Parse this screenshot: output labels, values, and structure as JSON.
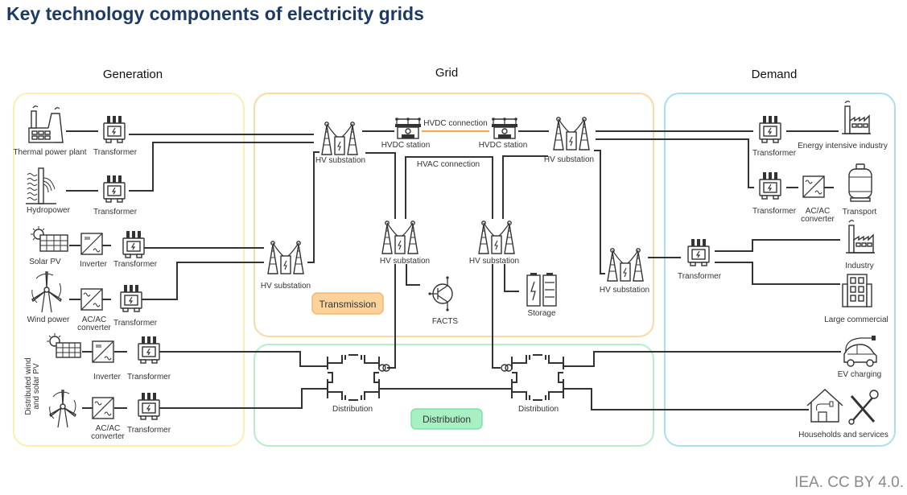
{
  "title": "Key technology components of electricity grids",
  "credit": "IEA. CC BY 4.0.",
  "colors": {
    "title": "#1c3a64",
    "generation_border": "#fbeeb0",
    "grid_border": "#fad9a4",
    "distribution_border": "#b4efc8",
    "demand_border": "#a9e0f0",
    "transmission_badge_fill": "#fbd29a",
    "transmission_badge_border": "#f5b870",
    "distribution_badge_fill": "#a9efc4",
    "distribution_badge_border": "#7fe0a6",
    "hvdc_line": "#f5a94a"
  },
  "sections": {
    "generation": "Generation",
    "grid": "Grid",
    "demand": "Demand"
  },
  "badges": {
    "transmission": "Transmission",
    "distribution": "Distribution"
  },
  "generation": {
    "thermal": "Thermal power plant",
    "hydro": "Hydropower",
    "solar": "Solar PV",
    "wind": "Wind power",
    "distributed_group": "Distributed wind and solar PV",
    "distributed_group_line1": "Distributed wind",
    "distributed_group_line2": "and solar PV",
    "transformer": "Transformer",
    "inverter": "Inverter",
    "acac_line1": "AC/AC",
    "acac_line2": "converter"
  },
  "grid": {
    "hv_substation": "HV substation",
    "hvdc_station": "HVDC station",
    "hvdc_connection": "HVDC connection",
    "hvac_connection": "HVAC connection",
    "facts": "FACTS",
    "storage": "Storage",
    "distribution_node": "Distribution"
  },
  "demand": {
    "transformer": "Transformer",
    "energy_intensive": "Energy intensive industry",
    "transport": "Transport",
    "acac_line1": "AC/AC",
    "acac_line2": "converter",
    "industry": "Industry",
    "large_commercial": "Large commercial",
    "ev_charging": "EV charging",
    "households": "Households and services"
  }
}
